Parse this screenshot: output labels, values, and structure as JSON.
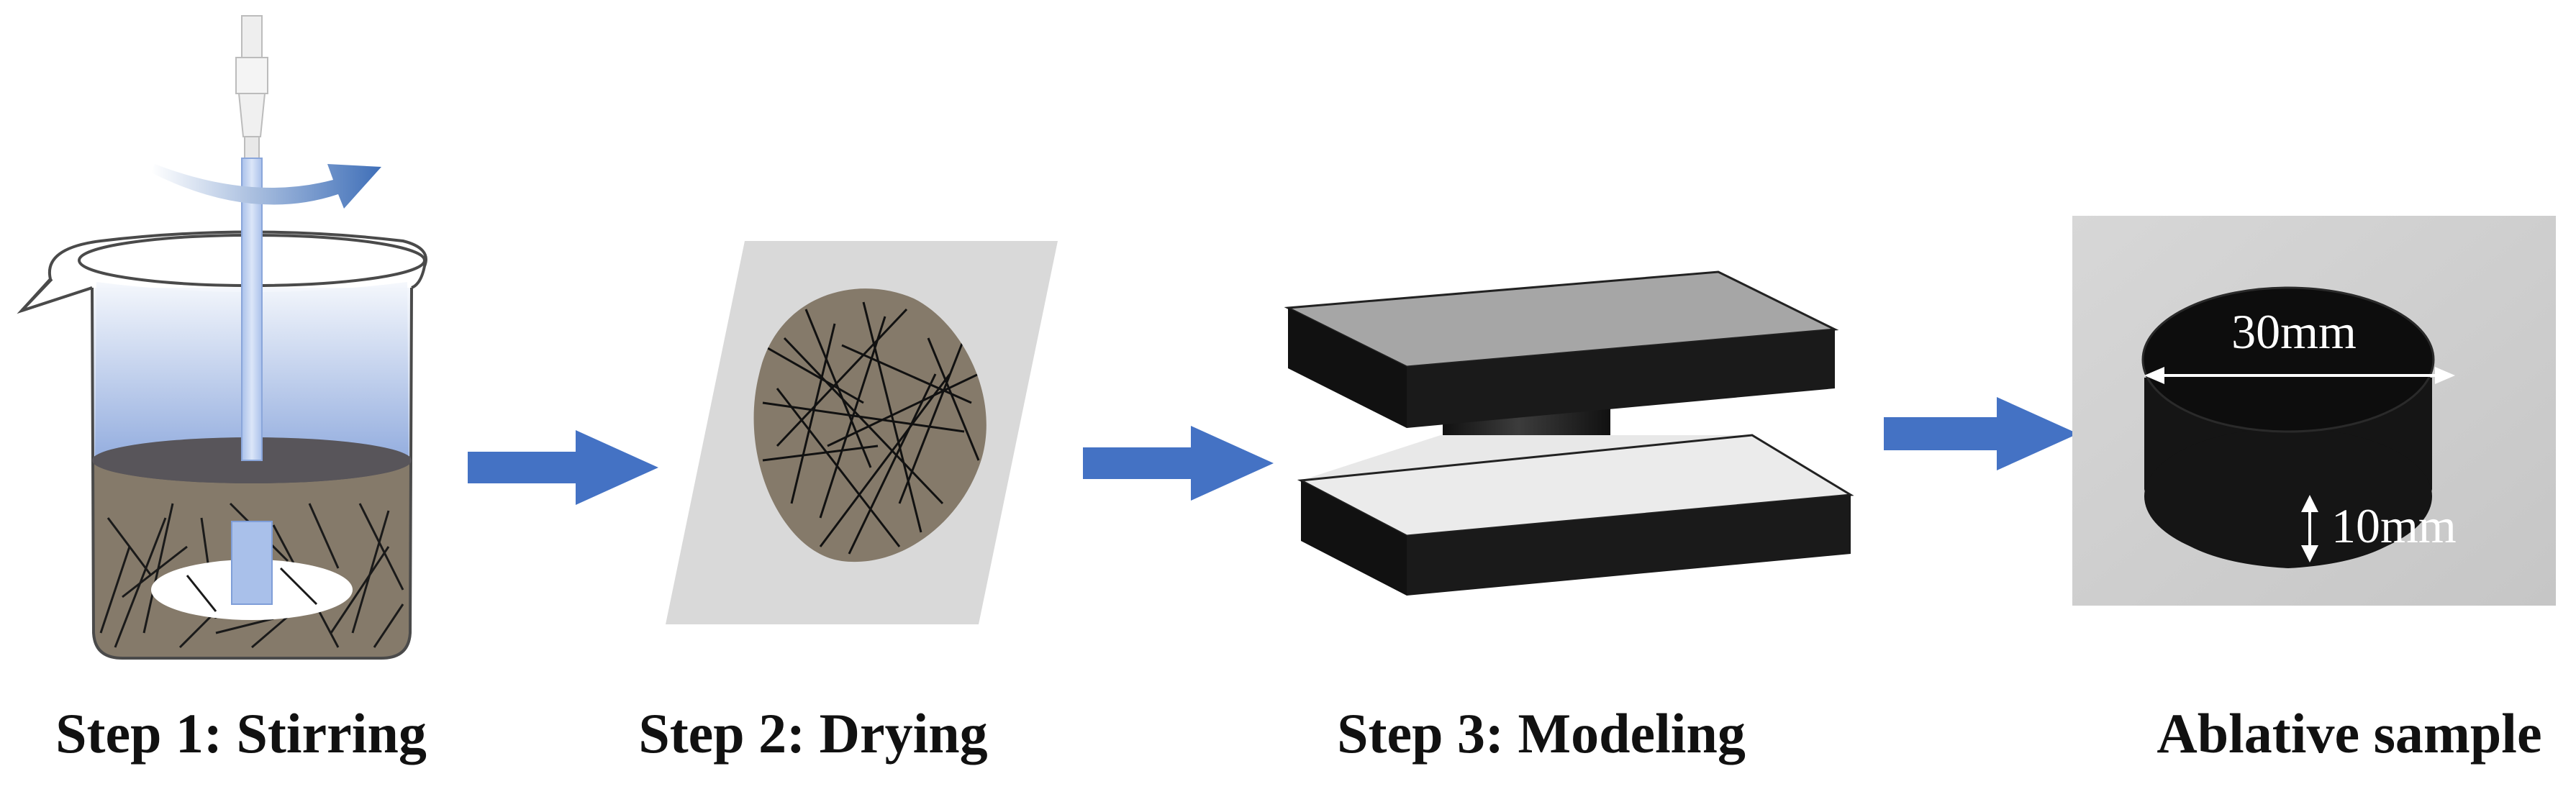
{
  "steps": [
    {
      "label": "Step 1: Stirring"
    },
    {
      "label": "Step 2: Drying"
    },
    {
      "label": "Step 3: Modeling"
    },
    {
      "label": "Ablative sample"
    }
  ],
  "sample": {
    "diameter_label": "30mm",
    "thickness_label": "10mm"
  },
  "colors": {
    "arrow": "#4472C4",
    "mixture": "#857A6A",
    "mold": "#1A1A1A",
    "paper": "#D9D9D9"
  }
}
